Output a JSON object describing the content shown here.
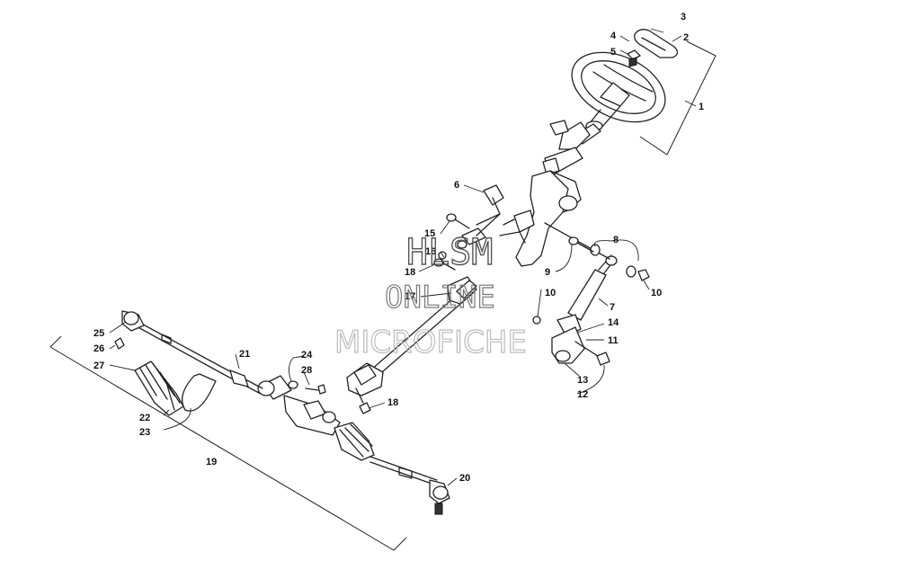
{
  "watermark": {
    "line1": "HLSM",
    "line2": "ONLINE",
    "line3": "MICROFICHE"
  },
  "callouts": [
    "1",
    "2",
    "3",
    "4",
    "5",
    "6",
    "7",
    "8",
    "9",
    "10",
    "10",
    "11",
    "12",
    "13",
    "14",
    "15",
    "16",
    "17",
    "18",
    "18",
    "19",
    "20",
    "21",
    "22",
    "23",
    "24",
    "25",
    "26",
    "27",
    "28"
  ]
}
